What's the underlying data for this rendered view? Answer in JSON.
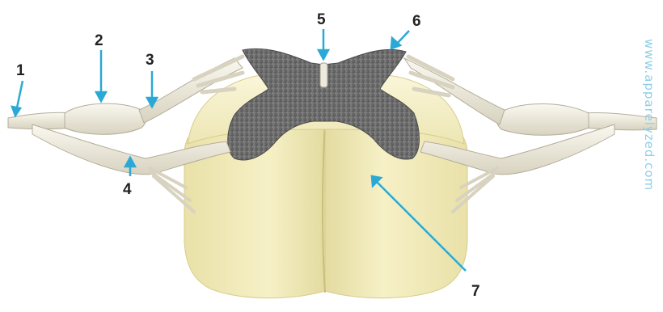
{
  "figure": {
    "watermark": "www.apparelyzed.com",
    "colors": {
      "white_matter": "#f4eec0",
      "white_matter_shade": "#ddd596",
      "grey_matter": "#6f6f6f",
      "nerve": "#ece9de",
      "nerve_outline": "#b3ad99",
      "pointer": "#2aa9d6",
      "label": "#222222",
      "watermark": "#8fcfe6"
    },
    "labels": [
      {
        "number": "1",
        "pointer_color": "#2aa9d6"
      },
      {
        "number": "2",
        "pointer_color": "#2aa9d6"
      },
      {
        "number": "3",
        "pointer_color": "#2aa9d6"
      },
      {
        "number": "4",
        "pointer_color": "#2aa9d6"
      },
      {
        "number": "5",
        "pointer_color": "#2aa9d6"
      },
      {
        "number": "6",
        "pointer_color": "#2aa9d6"
      },
      {
        "number": "7",
        "pointer_color": "#2aa9d6"
      }
    ]
  }
}
